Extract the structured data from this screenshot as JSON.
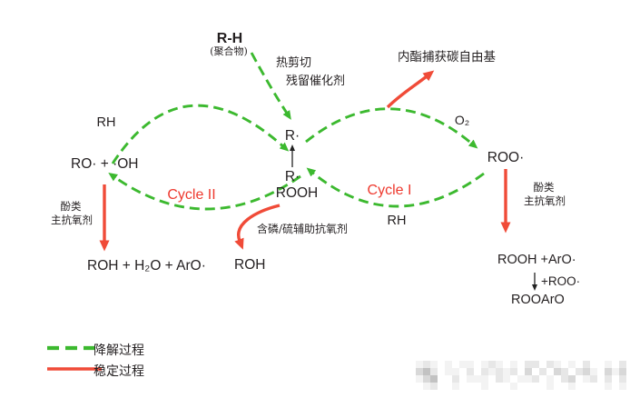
{
  "colors": {
    "green": "#3cb92f",
    "red": "#f04b38",
    "red_text": "#ee392e",
    "ink": "#231f20"
  },
  "nodes": {
    "rh_polymer": "R-H",
    "polymer_note": "(聚合物)",
    "r_radical_top": "R·",
    "r_radical_bottom": "R·",
    "rooh": "ROOH",
    "ro_oh": "RO· + ·OH",
    "roo": "ROO·",
    "roh": "ROH",
    "products_left": "ROH + H₂O + ArO·",
    "products_right_1": "ROOH +ArO·",
    "products_right_2": "+ROO·",
    "products_right_3": "ROOArO"
  },
  "edges": {
    "thermal_shear": "热剪切",
    "residual_catalyst": "残留催化剂",
    "lactone_capture": "内酯捕获碳自由基",
    "o2": "O₂",
    "rh_left": "RH",
    "rh_right": "RH",
    "phenolic_left_1": "酚类",
    "phenolic_left_2": "主抗氧剂",
    "phenolic_right_1": "酚类",
    "phenolic_right_2": "主抗氧剂",
    "ps_aux_antioxidant": "含磷/硫辅助抗氧剂"
  },
  "cycles": {
    "cycle1": "Cycle I",
    "cycle2": "Cycle II"
  },
  "legend": {
    "degradation": "降解过程",
    "stabilization": "稳定过程"
  },
  "watermark": {
    "palette": [
      "transparent",
      "#f3f3f3",
      "#e7e7e7",
      "#d8d8d8",
      "#c2c2c2"
    ],
    "rows": [
      "12101011012101022021010200102",
      "34201102021212030203202310313",
      "13400201110210112010230120202",
      "01200100010001000010010000101"
    ]
  }
}
